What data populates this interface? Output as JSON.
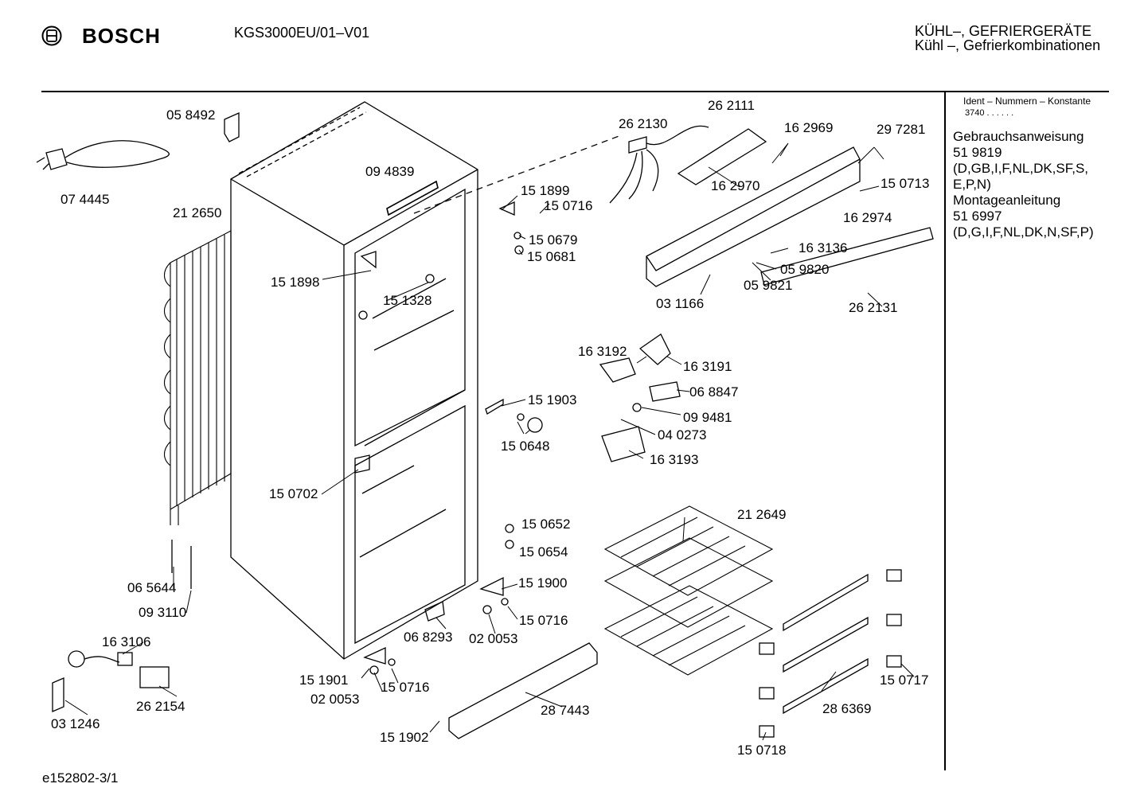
{
  "header": {
    "brand": "BOSCH",
    "model": "KGS3000EU/01–V01",
    "category_line1": "KÜHL–, GEFRIERGERÄTE",
    "category_line2": "Kühl –, Gefrierkombinationen"
  },
  "sidebar": {
    "ident_title": "Ident – Nummern – Konstante",
    "ident_value": "3740  .  .  .  .  .  .",
    "lines": [
      "Gebrauchsanweisung",
      "51 9819",
      "(D,GB,I,F,NL,DK,SF,S,",
      "E,P,N)",
      "Montageanleitung",
      "51 6997",
      "(D,G,I,F,NL,DK,N,SF,P)"
    ]
  },
  "footer": {
    "code": "e152802-3/1"
  },
  "parts": {
    "p058492": "05 8492",
    "p074445": "07 4445",
    "p094839": "09 4839",
    "p212650": "21 2650",
    "p151898": "15 1898",
    "p151328": "15 1328",
    "p262130": "26 2130",
    "p262111": "26 2111",
    "p162969": "16 2969",
    "p297281": "29 7281",
    "p151899": "15 1899",
    "p150716a": "15 0716",
    "p150679": "15 0679",
    "p150681": "15 0681",
    "p162970": "16 2970",
    "p150713": "15 0713",
    "p162974": "16 2974",
    "p163136": "16 3136",
    "p059820": "05 9820",
    "p059821": "05 9821",
    "p031166": "03 1166",
    "p262131": "26 2131",
    "p163192": "16 3192",
    "p163191": "16 3191",
    "p068847": "06 8847",
    "p151903": "15 1903",
    "p099481": "09 9481",
    "p150648": "15 0648",
    "p040273": "04 0273",
    "p163193": "16 3193",
    "p150702": "15 0702",
    "p212649": "21 2649",
    "p150652": "15 0652",
    "p150654": "15 0654",
    "p065644": "06 5644",
    "p093110": "09 3110",
    "p151900": "15 1900",
    "p150716b": "15 0716",
    "p068293": "06 8293",
    "p020053a": "02 0053",
    "p163106": "16 3106",
    "p151901": "15 1901",
    "p150716c": "15 0716",
    "p020053b": "02 0053",
    "p262154": "26 2154",
    "p031246": "03 1246",
    "p287443": "28 7443",
    "p151902": "15 1902",
    "p150717": "15 0717",
    "p286369": "28 6369",
    "p150718": "15 0718"
  }
}
